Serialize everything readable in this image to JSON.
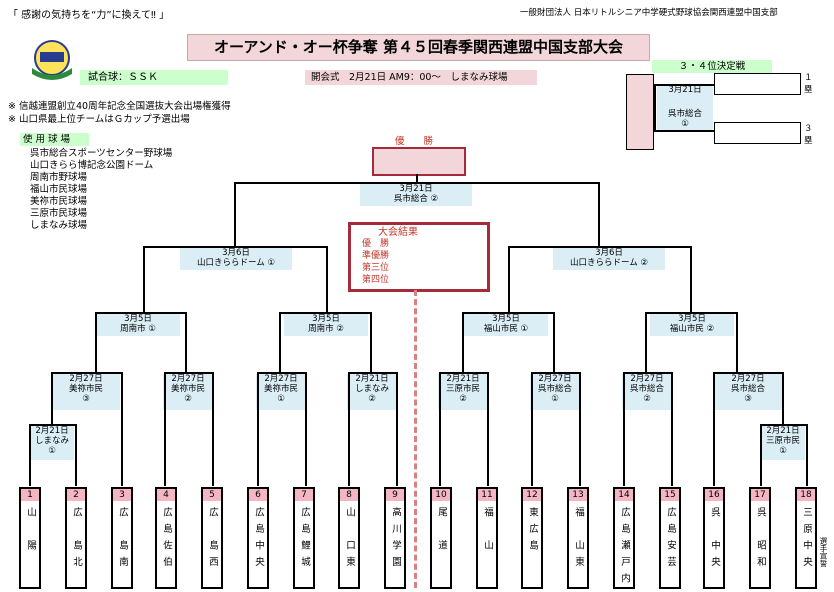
{
  "header": {
    "slogan": "「 感謝の気持ちを“力”に換えて‼ 」",
    "organization": "一般財団法人 日本リトルシニア中学硬式野球協会関西連盟中国支部",
    "title": "オーアンド・オー杯争奪 第４５回春季関西連盟中国支部大会",
    "ball": "試合球：ＳＳＫ",
    "ceremony": "開会式　2月21日 AM9：00～　しまなみ球場"
  },
  "notes": [
    "※ 信越連盟創立40周年記念全国選抜大会出場権獲得",
    "※ 山口県最上位チームはＧカップ予選出場"
  ],
  "venues": {
    "heading": "使 用 球 場",
    "items": [
      "呉市総合スポーツセンター野球場",
      "山口きらら博記念公園ドーム",
      "周南市野球場",
      "福山市民球場",
      "美祢市民球場",
      "三原市民球場",
      "しまなみ球場"
    ]
  },
  "third_place": {
    "title": "３・４位決定戦",
    "date": "3月21日",
    "venue": "呉市総合",
    "number": "①",
    "place_upper": "１\n塁",
    "place_lower": "３\n塁"
  },
  "champion": {
    "label": "優　　勝",
    "final_date": "3月21日",
    "final_venue": "呉市総合 ②"
  },
  "results": {
    "title": "大会結果",
    "rows": [
      "優　勝",
      "準優勝",
      "第三位",
      "第四位"
    ]
  },
  "matches": {
    "semi_left": {
      "date": "3月6日",
      "venue": "山口きららドーム ①"
    },
    "semi_right": {
      "date": "3月6日",
      "venue": "山口きららドーム ②"
    },
    "qf1": {
      "date": "3月5日",
      "venue": "周南市 ①"
    },
    "qf2": {
      "date": "3月5日",
      "venue": "周南市 ②"
    },
    "qf3": {
      "date": "3月5日",
      "venue": "福山市民 ①"
    },
    "qf4": {
      "date": "3月5日",
      "venue": "福山市民 ②"
    },
    "r2_1": {
      "date": "2月27日",
      "venue": "美祢市民",
      "num": "③"
    },
    "r2_2": {
      "date": "2月27日",
      "venue": "美祢市民",
      "num": "②"
    },
    "r2_3": {
      "date": "2月27日",
      "venue": "美祢市民",
      "num": "①"
    },
    "r2_4": {
      "date": "2月21日",
      "venue": "しまなみ",
      "num": "②"
    },
    "r2_5": {
      "date": "2月21日",
      "venue": "三原市民",
      "num": "②"
    },
    "r2_6": {
      "date": "2月27日",
      "venue": "呉市総合",
      "num": "①"
    },
    "r2_7": {
      "date": "2月27日",
      "venue": "呉市総合",
      "num": "②"
    },
    "r2_8": {
      "date": "2月27日",
      "venue": "呉市総合",
      "num": "③"
    },
    "r1_left": {
      "date": "2月21日",
      "venue": "しまなみ",
      "num": "①"
    },
    "r1_right": {
      "date": "2月21日",
      "venue": "三原市民",
      "num": "①"
    }
  },
  "teams": [
    {
      "num": "1",
      "name": "山　陽"
    },
    {
      "num": "2",
      "name": "広　島北"
    },
    {
      "num": "3",
      "name": "広　島南"
    },
    {
      "num": "4",
      "name": "広島佐伯"
    },
    {
      "num": "5",
      "name": "広　島西"
    },
    {
      "num": "6",
      "name": "広島中央"
    },
    {
      "num": "7",
      "name": "広島鯉城"
    },
    {
      "num": "8",
      "name": "山　口東"
    },
    {
      "num": "9",
      "name": "高川学園"
    },
    {
      "num": "10",
      "name": "尾　道"
    },
    {
      "num": "11",
      "name": "福　山"
    },
    {
      "num": "12",
      "name": "東広島"
    },
    {
      "num": "13",
      "name": "福　山東"
    },
    {
      "num": "14",
      "name": "広島瀬戸内"
    },
    {
      "num": "15",
      "name": "広島安芸"
    },
    {
      "num": "16",
      "name": "呉　中央"
    },
    {
      "num": "17",
      "name": "呉　昭和"
    },
    {
      "num": "18",
      "name": "三原中央"
    }
  ],
  "selection_note": "選手宣誓"
}
